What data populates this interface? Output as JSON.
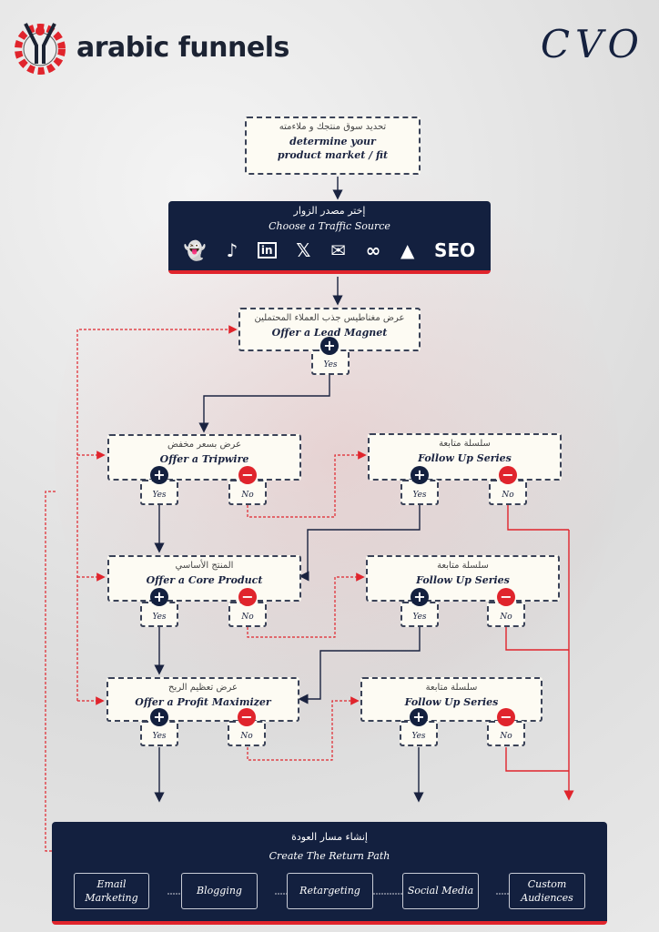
{
  "brand": {
    "name": "arabic funnels",
    "tag": "CVO"
  },
  "step1": {
    "ar": "تحديد سوق منتجك و ملاءمته",
    "en1": "determine your",
    "en2": "product market / fit"
  },
  "traffic": {
    "ar": "إختر مصدر الزوار",
    "en": "Choose a Traffic Source",
    "icons": [
      "snapchat-icon",
      "tiktok-icon",
      "linkedin-icon",
      "x-icon",
      "email-icon",
      "meta-icon",
      "google-ads-icon",
      "seo-icon"
    ],
    "seo_label": "SEO"
  },
  "lead": {
    "ar": "عرض مغناطيس جذب العملاء المحتملين",
    "en": "Offer a Lead Magnet",
    "yes": "Yes"
  },
  "rows": [
    {
      "ar": "عرض بسعر مخفض",
      "en": "Offer a Tripwire",
      "yes": "Yes",
      "no": "No",
      "fu_ar": "سلسلة متابعة",
      "fu_en": "Follow Up Series",
      "fu_yes": "Yes",
      "fu_no": "No"
    },
    {
      "ar": "المنتج الأساسي",
      "en": "Offer a Core Product",
      "yes": "Yes",
      "no": "No",
      "fu_ar": "سلسلة متابعة",
      "fu_en": "Follow Up Series",
      "fu_yes": "Yes",
      "fu_no": "No"
    },
    {
      "ar": "عرض تعظيم الربح",
      "en": "Offer a Profit Maximizer",
      "yes": "Yes",
      "no": "No",
      "fu_ar": "سلسلة متابعة",
      "fu_en": "Follow Up Series",
      "fu_yes": "Yes",
      "fu_no": "No"
    }
  ],
  "return_path": {
    "ar": "إنشاء مسار العودة",
    "en": "Create The Return Path",
    "items": [
      "Email Marketing",
      "Blogging",
      "Retargeting",
      "Social Media",
      "Custom Audiences"
    ]
  },
  "colors": {
    "navy": "#13203f",
    "red": "#e0242c"
  }
}
